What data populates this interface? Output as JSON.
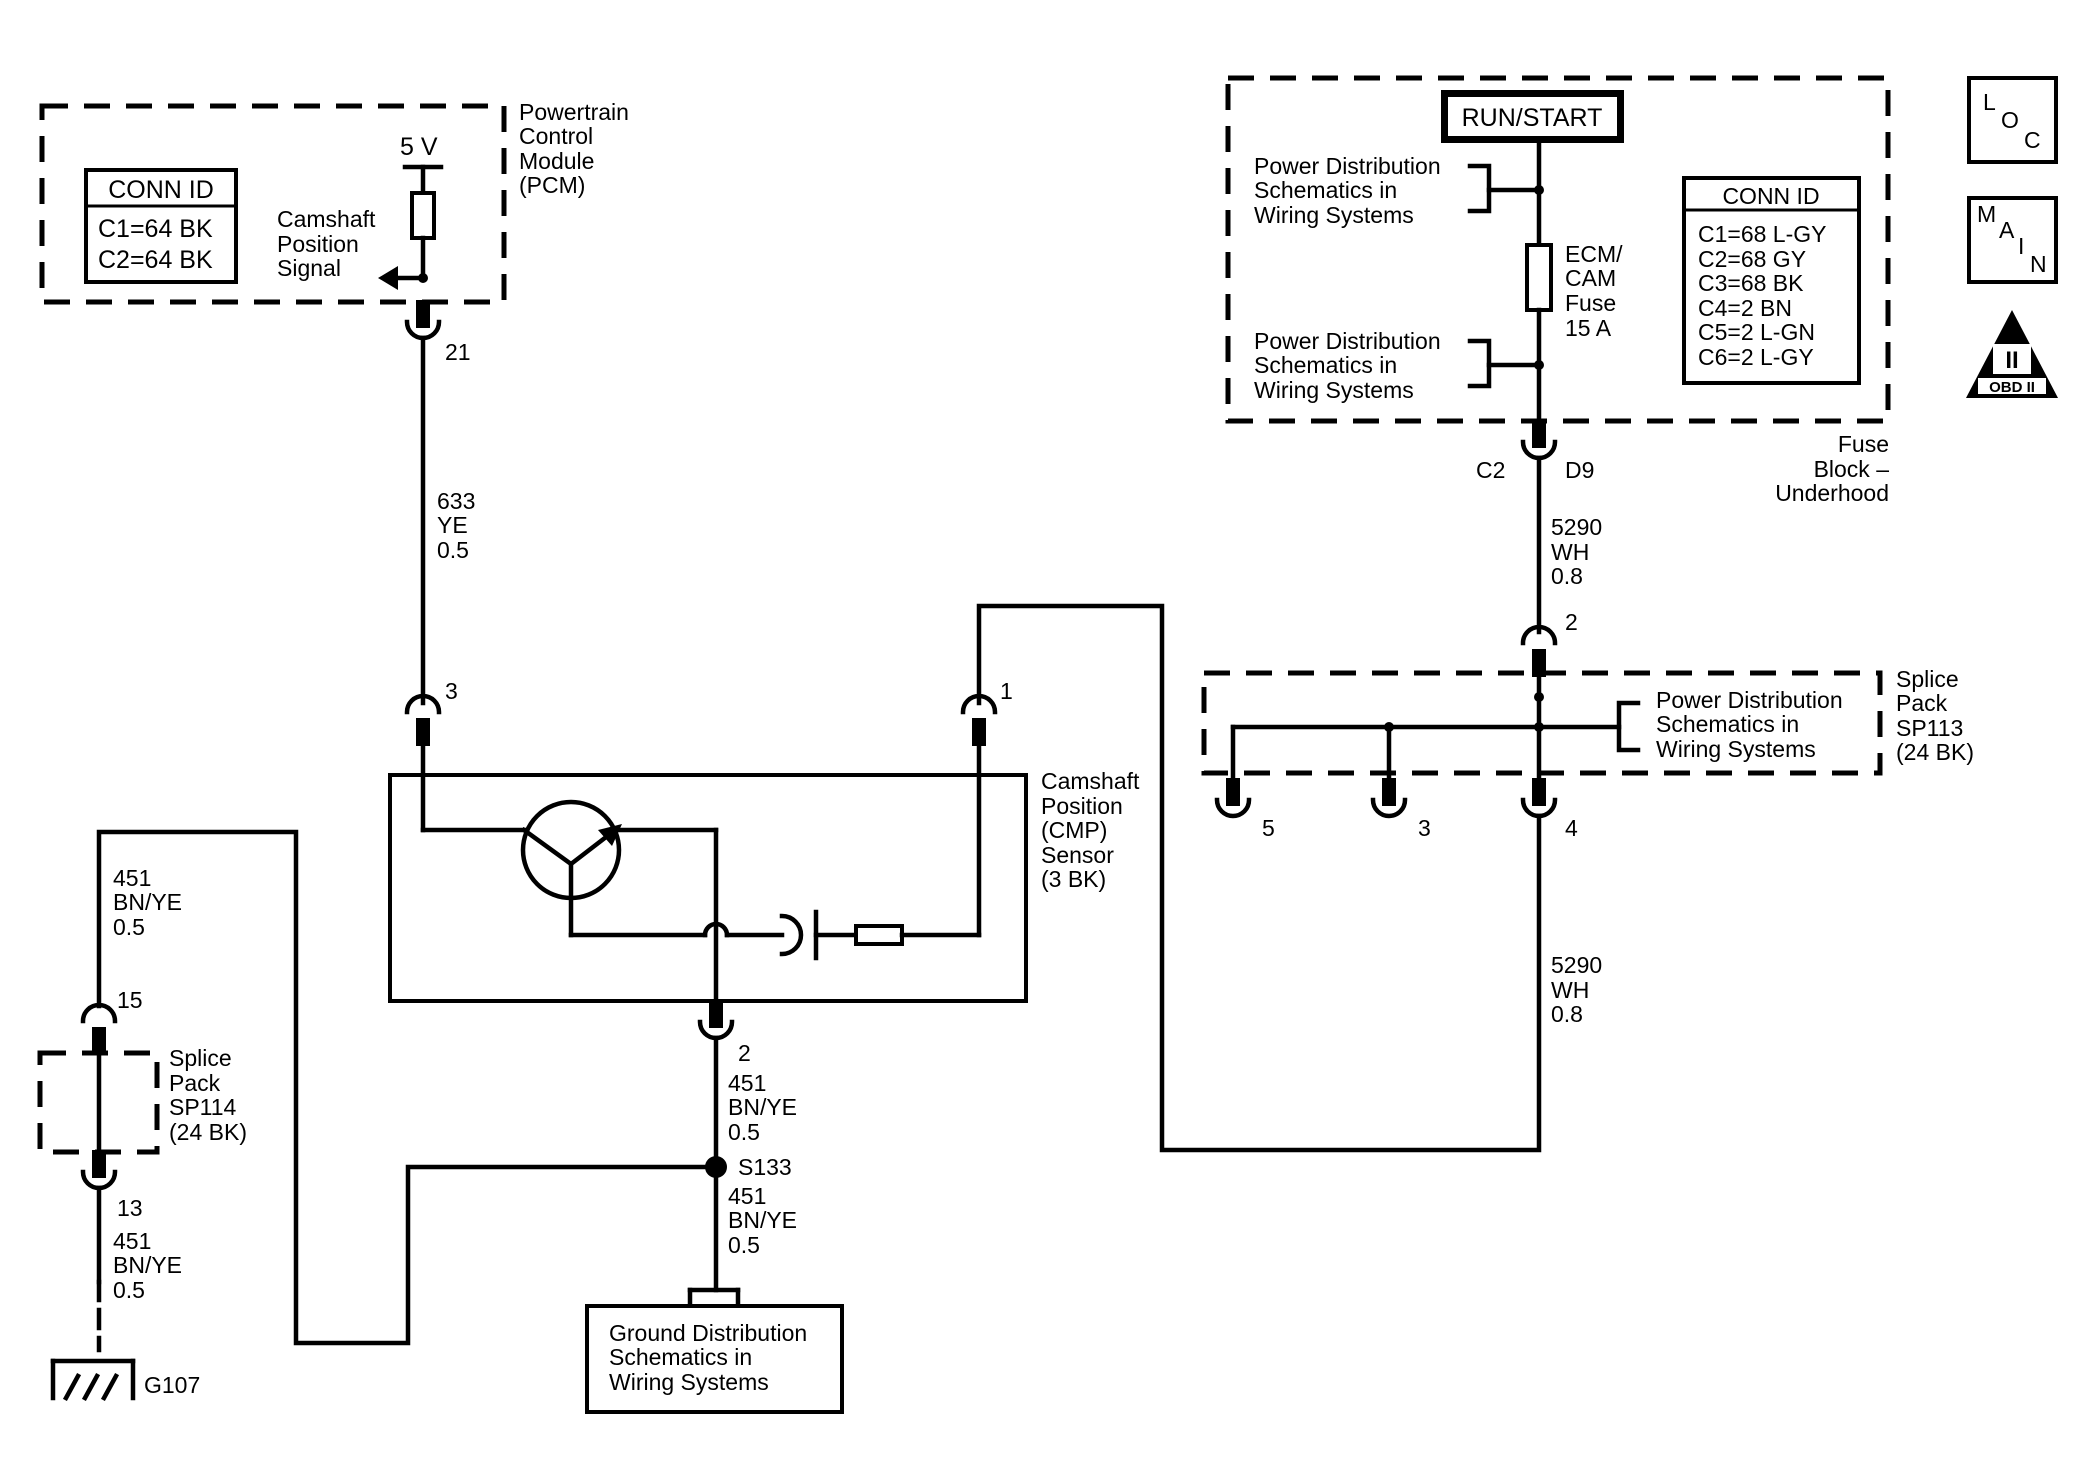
{
  "pcm": {
    "label": [
      "Powertrain",
      "Control",
      "Module",
      "(PCM)"
    ],
    "conn_id_title": "CONN ID",
    "conn_ids": [
      "C1=64 BK",
      "C2=64 BK"
    ],
    "voltage": "5 V",
    "signal_label": [
      "Camshaft",
      "Position",
      "Signal"
    ],
    "pin": "21"
  },
  "wire_633": [
    "633",
    "YE",
    "0.5"
  ],
  "wire_451_a": [
    "451",
    "BN/YE",
    "0.5"
  ],
  "wire_451_b": [
    "451",
    "BN/YE",
    "0.5"
  ],
  "wire_451_c": [
    "451",
    "BN/YE",
    "0.5"
  ],
  "wire_451_d": [
    "451",
    "BN/YE",
    "0.5"
  ],
  "wire_5290_a": [
    "5290",
    "WH",
    "0.8"
  ],
  "wire_5290_b": [
    "5290",
    "WH",
    "0.8"
  ],
  "cmp_sensor": {
    "label": [
      "Camshaft",
      "Position",
      "(CMP)",
      "Sensor",
      "(3 BK)"
    ],
    "pin_signal": "3",
    "pin_power": "1",
    "pin_ground": "2"
  },
  "splice_sp114": {
    "label": [
      "Splice",
      "Pack",
      "SP114",
      "(24 BK)"
    ],
    "pin_top": "15",
    "pin_bottom": "13"
  },
  "splice_s133": "S133",
  "ground": {
    "label": "G107",
    "box_text": [
      "Ground Distribution",
      "Schematics in",
      "Wiring Systems"
    ]
  },
  "fuse_block": {
    "run_start": "RUN/START",
    "power_dist_top": [
      "Power Distribution",
      "Schematics in",
      "Wiring Systems"
    ],
    "power_dist_bottom": [
      "Power Distribution",
      "Schematics in",
      "Wiring Systems"
    ],
    "fuse": [
      "ECM/",
      "CAM",
      "Fuse",
      "15 A"
    ],
    "conn_id_title": "CONN ID",
    "conn_ids": [
      "C1=68 L-GY",
      "C2=68 GY",
      "C3=68 BK",
      "C4=2 BN",
      "C5=2 L-GN",
      "C6=2 L-GY"
    ],
    "label": [
      "Fuse",
      "Block –",
      "Underhood"
    ],
    "connector": "C2",
    "pin": "D9"
  },
  "splice_sp113": {
    "label": [
      "Splice",
      "Pack",
      "SP113",
      "(24 BK)"
    ],
    "power_dist": [
      "Power Distribution",
      "Schematics in",
      "Wiring Systems"
    ],
    "pin_top": "2",
    "pins_bottom": [
      "5",
      "3",
      "4"
    ]
  },
  "icons": {
    "loc": [
      "L",
      "O",
      "C"
    ],
    "main": [
      "M",
      "A",
      "I",
      "N"
    ],
    "obd": {
      "numeral": "II",
      "text": "OBD II"
    }
  }
}
